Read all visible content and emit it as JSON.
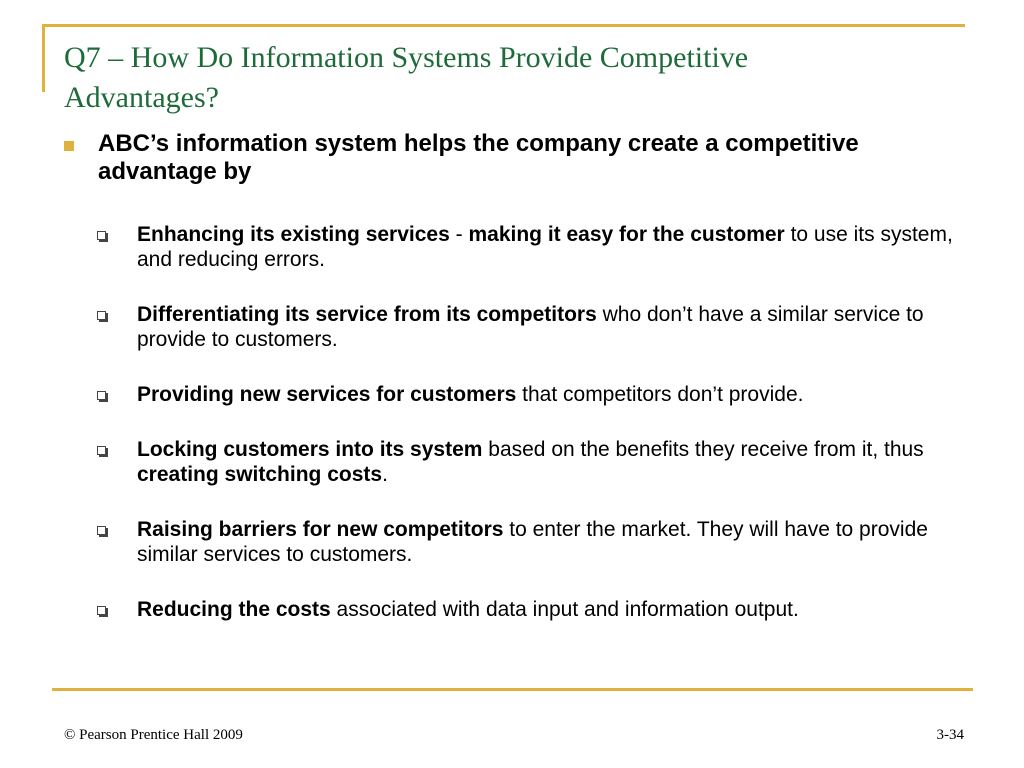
{
  "slide": {
    "title_line1": "Q7 – How Do Information Systems Provide Competitive",
    "title_line2": "Advantages?",
    "main_bullet": "ABC’s information system helps the company create a competitive advantage by",
    "items": [
      {
        "bold": "Enhancing its existing services",
        "text1": " - ",
        "bold2": "making it easy for the customer",
        "text2": " to use its system, and reducing errors."
      },
      {
        "bold": "Differentiating its service from its competitors",
        "text1": " who don’t have a similar service to provide to customers.",
        "bold2": "",
        "text2": ""
      },
      {
        "bold": "Providing new services for customers",
        "text1": " that competitors don’t provide.",
        "bold2": "",
        "text2": ""
      },
      {
        "bold": "Locking customers into its system",
        "text1": " based on the benefits they receive from it, thus ",
        "bold2": "creating switching costs",
        "text2": "."
      },
      {
        "bold": "Raising barriers for new competitors",
        "text1": " to enter the market.  They will have to provide similar services to customers.",
        "bold2": "",
        "text2": ""
      },
      {
        "bold": "Reducing the costs",
        "text1": " associated with data input and information output.",
        "bold2": "",
        "text2": ""
      }
    ]
  },
  "footer": {
    "copyright": "© Pearson Prentice Hall 2009",
    "page_number": "3-34"
  },
  "colors": {
    "title": "#1e6b3a",
    "accent": "#e0b13c"
  }
}
